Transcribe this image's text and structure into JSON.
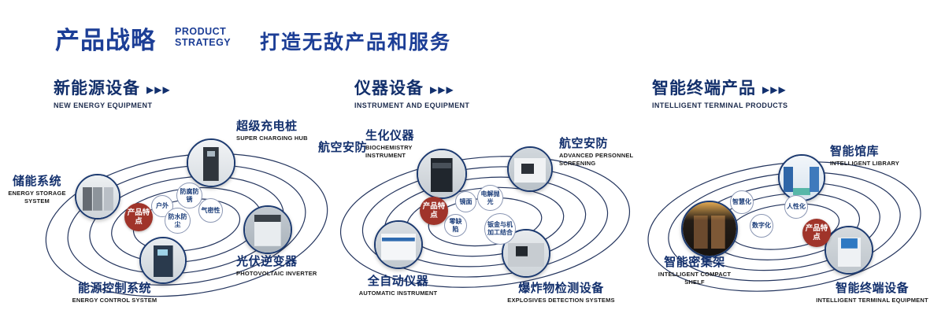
{
  "header": {
    "title": "产品战略",
    "tag1": "PRODUCT",
    "tag2": "STRATEGY",
    "slogan": "打造无敌产品和服务"
  },
  "decor": {
    "arrows": "▶▶▶"
  },
  "sections": [
    {
      "title": "新能源设备",
      "subtitle": "NEW ENERGY EQUIPMENT",
      "badge": "产品特点",
      "features": [
        "户外",
        "防腐防锈",
        "气密性",
        "防水防尘"
      ],
      "nodes": [
        {
          "label": "储能系统",
          "sublabel": "ENERGY STORAGE SYSTEM"
        },
        {
          "label": "超级充电桩",
          "sublabel": "SUPER CHARGING HUB"
        },
        {
          "label": "光伏逆变器",
          "sublabel": "PHOTOVOLTAIC INVERTER"
        },
        {
          "label": "能源控制系统",
          "sublabel": "ENERGY CONTROL SYSTEM"
        }
      ]
    },
    {
      "title": "仪器设备",
      "subtitle": "INSTRUMENT AND EQUIPMENT",
      "side_label": "航空安防",
      "badge": "产品特点",
      "features": [
        "镜面",
        "电解抛光",
        "零缺陷",
        "钣金与机加工结合"
      ],
      "nodes": [
        {
          "label": "生化仪器",
          "sublabel": "BIOCHEMISTRY INSTRUMENT"
        },
        {
          "label": "航空安防",
          "sublabel": "ADVANCED PERSONNEL SCREENING"
        },
        {
          "label": "全自动仪器",
          "sublabel": "AUTOMATIC INSTRUMENT"
        },
        {
          "label": "爆炸物检测设备",
          "sublabel": "EXPLOSIVES DETECTION SYSTEMS"
        }
      ]
    },
    {
      "title": "智能终端产品",
      "subtitle": "INTELLIGENT TERMINAL PRODUCTS",
      "badge": "产品特点",
      "features": [
        "智慧化",
        "人性化",
        "数字化"
      ],
      "nodes": [
        {
          "label": "智能馆库",
          "sublabel": "INTELLIGENT LIBRARY"
        },
        {
          "label": "智能密集架",
          "sublabel": "INTELLIGENT COMPACT SHELF"
        },
        {
          "label": "智能终端设备",
          "sublabel": "INTELLIGENT TERMINAL EQUIPMENT"
        }
      ]
    }
  ]
}
